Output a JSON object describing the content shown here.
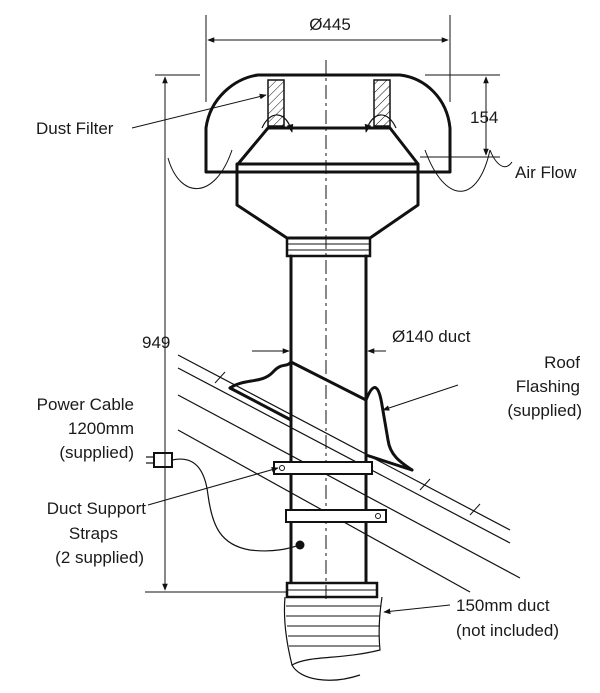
{
  "dimensions": {
    "diameter_top": "Ø445",
    "cap_height": "154",
    "overall_height": "949",
    "duct_diameter": "Ø140 duct"
  },
  "labels": {
    "dust_filter": "Dust Filter",
    "air_flow": "Air Flow",
    "roof_flashing": [
      "Roof",
      "Flashing",
      "(supplied)"
    ],
    "power_cable": [
      "Power Cable",
      "1200mm",
      "(supplied)"
    ],
    "duct_support": [
      "Duct Support",
      "Straps",
      "(2 supplied)"
    ],
    "duct_150": [
      "150mm duct",
      "(not included)"
    ]
  }
}
